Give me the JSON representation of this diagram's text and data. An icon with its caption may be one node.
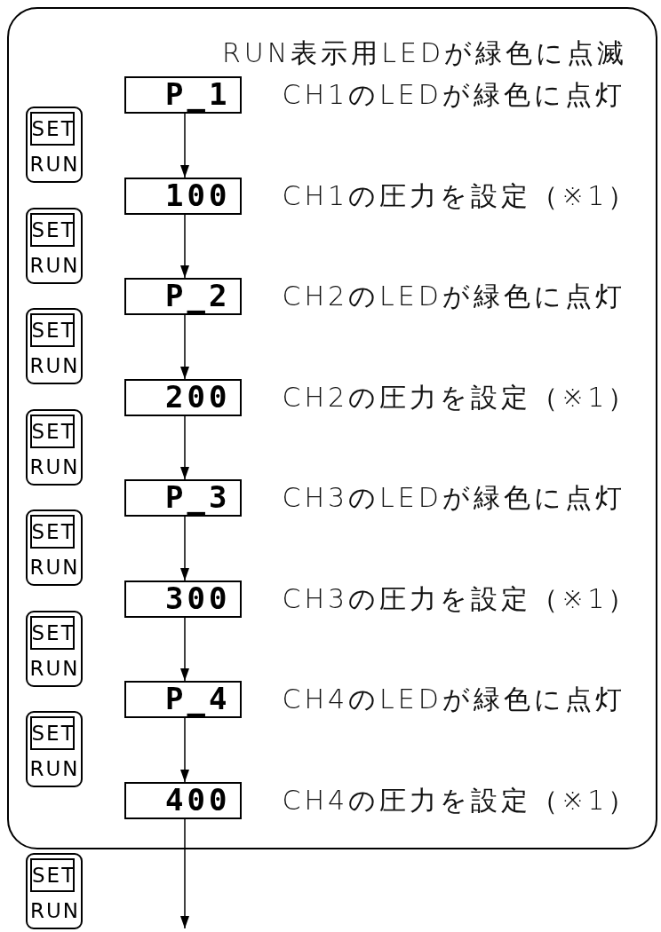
{
  "diagram": {
    "nodes": [
      {
        "text": [
          "RUN表示用LEDが緑色に点滅"
        ]
      },
      {
        "text": [
          "P_1"
        ],
        "in": 0,
        "beside": [
          "CH1のLEDが緑色に点灯"
        ]
      },
      {
        "text": [
          "SET",
          "RUN"
        ],
        "in": 0
      },
      {
        "text": [
          "100"
        ],
        "in": 0,
        "beside": [
          "CH1の圧力を設定（※1）"
        ]
      },
      {
        "text": [
          "SET",
          "RUN"
        ],
        "in": 0
      },
      {
        "text": [
          "P_2"
        ],
        "in": 0,
        "beside": [
          "CH2のLEDが緑色に点灯"
        ]
      },
      {
        "text": [
          "SET",
          "RUN"
        ],
        "in": 0
      },
      {
        "text": [
          "200"
        ],
        "in": 0,
        "beside": [
          "CH2の圧力を設定（※1）"
        ]
      },
      {
        "text": [
          "SET",
          "RUN"
        ],
        "in": 0
      },
      {
        "text": [
          "P_3"
        ],
        "in": 0,
        "beside": [
          "CH3のLEDが緑色に点灯"
        ]
      },
      {
        "text": [
          "SET",
          "RUN"
        ],
        "in": 0
      },
      {
        "text": [
          "300"
        ],
        "in": 0,
        "beside": [
          "CH3の圧力を設定（※1）"
        ]
      },
      {
        "text": [
          "SET",
          "RUN"
        ],
        "in": 0
      },
      {
        "text": [
          "P_4"
        ],
        "in": 0,
        "beside": [
          "CH4のLEDが緑色に点灯"
        ]
      },
      {
        "text": [
          "SET",
          "RUN"
        ],
        "in": 0
      },
      {
        "text": [
          "400"
        ],
        "in": 0,
        "beside": [
          "CH4の圧力を設定（※1）"
        ]
      },
      {
        "text": [
          "SET",
          "RUN"
        ]
      }
    ],
    "edges": [
      {
        "from": 1,
        "to": 3,
        "arrow": "to"
      },
      {
        "from": 3,
        "to": 5,
        "arrow": "to"
      },
      {
        "from": 5,
        "to": 7,
        "arrow": "to"
      },
      {
        "from": 7,
        "to": 9,
        "arrow": "to"
      },
      {
        "from": 9,
        "to": 11,
        "arrow": "to"
      },
      {
        "from": 11,
        "to": 13,
        "arrow": "to"
      },
      {
        "from": 13,
        "to": 15,
        "arrow": "to"
      },
      {
        "from": 15,
        "to": null,
        "arrow": "to"
      }
    ]
  }
}
